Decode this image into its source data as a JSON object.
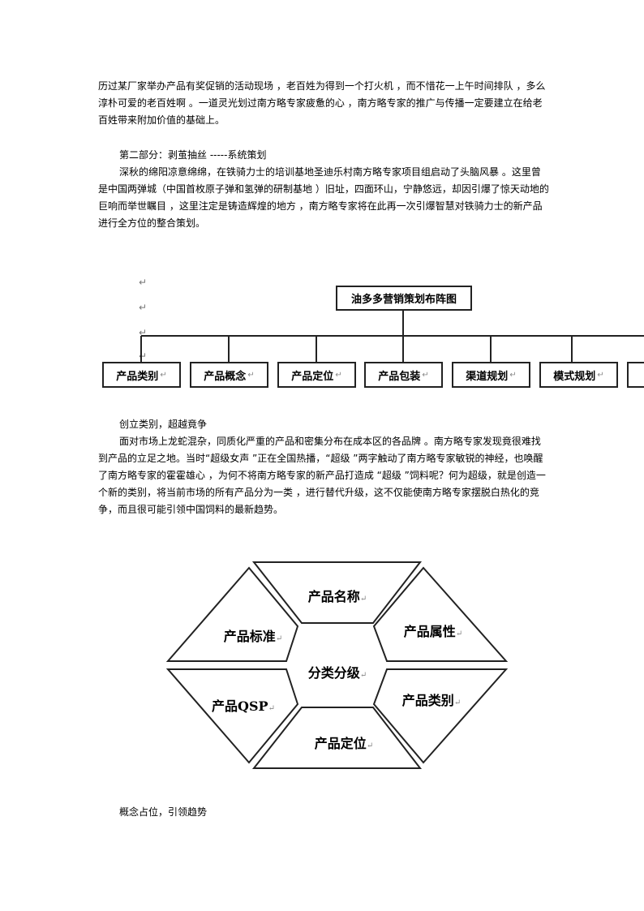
{
  "paragraphs": {
    "p1": "历过某厂家举办产品有奖促销的活动现场 ，老百姓为得到一个打火机 ，而不惜花一上午时间排队 ，多么淳朴可爱的老百姓啊 。一道灵光划过南方略专家疲惫的心 ，南方略专家的推广与传播一定要建立在给老百姓带来附加价值的基础上。",
    "h2": "第二部分：剥茧抽丝 -----系统策划",
    "p2": "深秋的绵阳凉意绵绵，在铁骑力士的培训基地圣迪乐村南方略专家项目组启动了头脑风暴 。这里曾是中国两弹城（中国首枚原子弹和氢弹的研制基地 ）旧址，四面环山，宁静悠远，却因引爆了惊天动地的巨响而举世瞩目 ，这里注定是铸造辉煌的地方 ，南方略专家将在此再一次引爆智慧对铁骑力士的新产品进行全方位的整合策划。",
    "h3": "创立类别，超越竟争",
    "p3": "面对市场上龙蛇混杂，同质化严重的产品和密集分布在成本区的各品牌 。南方略专家发现竟很难找到产品的立足之地。当时“超级女声 ”正在全国热播，“超级 ”两字触动了南方略专家敏锐的神经，也唤醒了南方略专家的霍霍雄心 ，为何不将南方略专家的新产品打造成 “超级 ”饲料呢？何为超级，就是创造一个新的类别，将当前市场的所有产品分为一类 ，进行替代升级，这不仅能使南方略专家摆脱白热化的竞争，而且很可能引领中国饲料的最新趋势。",
    "h4": "概念占位，引领趋势"
  },
  "org_chart": {
    "title": "油多多营销策划布阵图",
    "return_mark": "↵",
    "items": [
      "产品类别",
      "产品概念",
      "产品定位",
      "产品包装",
      "渠道规划",
      "模式规划"
    ]
  },
  "hex_diagram": {
    "center": "分类分级",
    "top": "产品名称",
    "upper_left": "产品标准",
    "upper_right": "产品属性",
    "lower_left": "产品QSP",
    "lower_right": "产品类别",
    "bottom": "产品定位",
    "return_mark": "↵"
  },
  "colors": {
    "text": "#000000",
    "border": "#222222",
    "mark": "#777777"
  }
}
